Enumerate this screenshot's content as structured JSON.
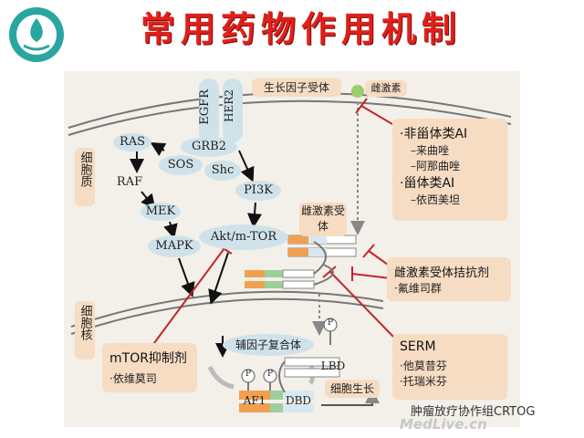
{
  "title": "常用药物作用机制",
  "membrane": {
    "egfr": "EGFR",
    "her2": "HER2",
    "receptor_label": "生长因子受体",
    "estrogen": "雌激素"
  },
  "compartments": {
    "cytoplasm": "细胞质",
    "nucleus": "细胞核"
  },
  "nodes": {
    "ras": "RAS",
    "raf": "RAF",
    "mek": "MEK",
    "mapk": "MAPK",
    "sos": "SOS",
    "grb2": "GRB2",
    "shc": "Shc",
    "pi3k": "PI3K",
    "akt_mtor": "Akt/m-TOR",
    "er_receptor": "雌激素受体",
    "coactivator": "辅因子复合体",
    "lbd": "LBD",
    "af1": "AF1",
    "dbd": "DBD",
    "p1": "P",
    "p2": "P",
    "p3": "P",
    "growth": "细胞生长"
  },
  "boxes": {
    "ai": {
      "nonsteroidal": "·非甾体类AI",
      "nonsteroidal_items": [
        "–来曲唑",
        "–阿那曲唑"
      ],
      "steroidal": "·甾体类AI",
      "steroidal_items": [
        "–依西美坦"
      ]
    },
    "antagonist": {
      "title": "雌激素受体拮抗剂",
      "item": "·氟维司群"
    },
    "serm": {
      "title": "SERM",
      "items": [
        "·他莫昔芬",
        "·托瑞米芬"
      ]
    },
    "mtor": {
      "title": "mTOR抑制剂",
      "item": "·依维莫司"
    }
  },
  "watermark": "肿瘤放疗协作组CRTOG",
  "watermark2": "MedLive.cn",
  "colors": {
    "title_red": "#e0201a",
    "inhibit_red": "#c0272d",
    "box_beige": "#f6dcc3",
    "node_blue": "#cfe2ea"
  }
}
